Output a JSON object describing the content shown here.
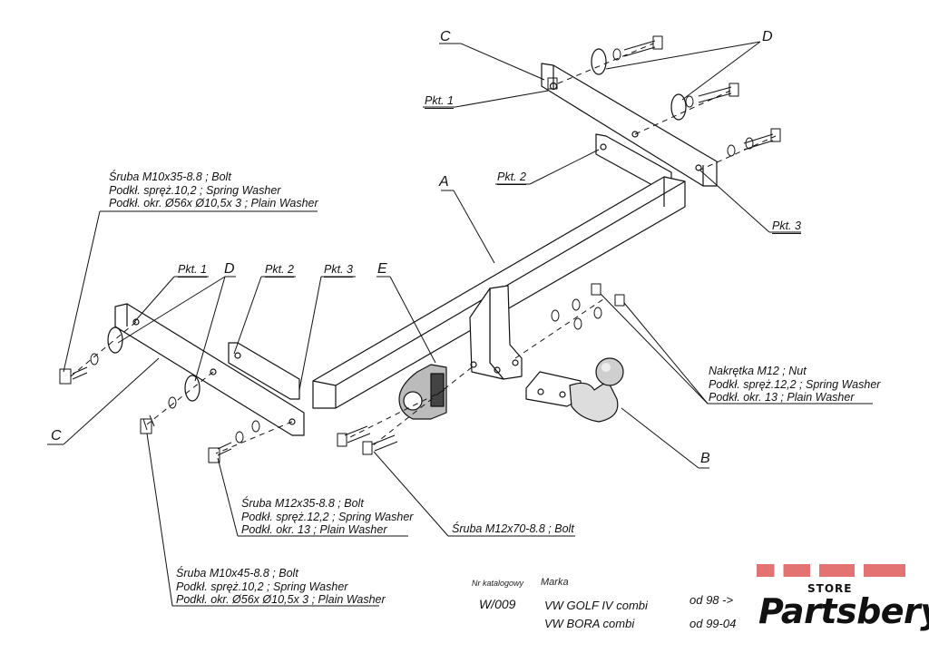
{
  "diagram": {
    "letters": {
      "A": "A",
      "B": "B",
      "C_top": "C",
      "C_left": "C",
      "D_top": "D",
      "D_left": "D",
      "E": "E"
    },
    "points": {
      "pkt1_top": "Pkt. 1",
      "pkt2_top": "Pkt. 2",
      "pkt3_top": "Pkt. 3",
      "pkt1_left": "Pkt. 1",
      "pkt2_left": "Pkt. 2",
      "pkt3_left": "Pkt. 3"
    },
    "callouts": {
      "m10x35": {
        "line1": "Śruba M10x35-8.8 ;  Bolt",
        "line2": "Podkł. spręż.10,2 ; Spring Washer",
        "line3": "Podkł. okr.  Ø56x Ø10,5x 3 ; Plain Washer"
      },
      "nut": {
        "line1": "Nakrętka  M12 ; Nut",
        "line2": "Podkł. spręż.12,2 ; Spring Washer",
        "line3": "Podkł. okr. 13 ; Plain Washer"
      },
      "m12x35": {
        "line1": "Śruba M12x35-8.8 ;  Bolt",
        "line2": "Podkł. spręż.12,2 ; Spring Washer",
        "line3": "Podkł. okr. 13 ; Plain Washer"
      },
      "m12x70": {
        "line1": "Śruba M12x70-8.8 ;  Bolt"
      },
      "m10x45": {
        "line1": "Śruba M10x45-8.8 ;  Bolt",
        "line2": "Podkł. spręż.10,2 ; Spring Washer",
        "line3": "Podkł. okr.  Ø56x Ø10,5x 3 ; Plain Washer"
      }
    }
  },
  "catalog": {
    "nr_label": "Nr katalogowy",
    "marka_label": "Marka",
    "nr": "W/009",
    "rows": [
      {
        "model": "VW GOLF IV combi",
        "year": "od 98 ->"
      },
      {
        "model": "VW BORA combi",
        "year": "od 99-04"
      }
    ]
  },
  "logo": {
    "store": "STORE",
    "word": "Partsbery",
    "accent": "#cc0000"
  }
}
